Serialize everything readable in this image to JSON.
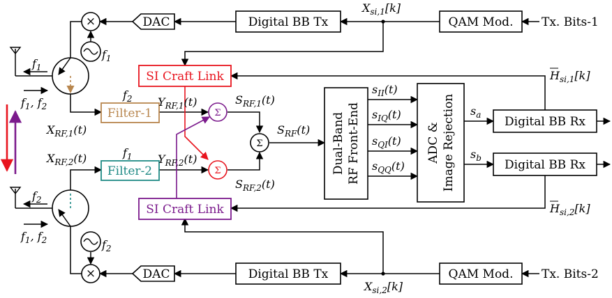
{
  "blocks": {
    "bb_tx_1": "Digital BB Tx",
    "bb_tx_2": "Digital BB Tx",
    "qam_1": "QAM Mod.",
    "qam_2": "QAM Mod.",
    "dac_1": "DAC",
    "dac_2": "DAC",
    "si_craft_1": "SI Craft Link",
    "si_craft_2": "SI Craft Link",
    "filter_1": "Filter-1",
    "filter_2": "Filter-2",
    "frontend_line1": "Dual-Band",
    "frontend_line2": "RF Front-End",
    "adc_line1": "ADC &",
    "adc_line2": "Image Rejection",
    "bb_rx_1": "Digital BB Rx",
    "bb_rx_2": "Digital BB Rx",
    "tx_bits_1": "Tx. Bits-1",
    "tx_bits_2": "Tx. Bits-2"
  },
  "symbols": {
    "mixer": "×",
    "sum": "Σ"
  },
  "signals": {
    "x_si_1": "X",
    "x_si_1_sub": "si,1",
    "x_si_1_arg": "[k]",
    "x_si_2": "X",
    "x_si_2_sub": "si,2",
    "x_si_2_arg": "[k]",
    "h_si_1": "H",
    "h_si_1_sub": "si,1",
    "h_si_1_arg": "[k]",
    "h_si_2": "H",
    "h_si_2_sub": "si,2",
    "h_si_2_arg": "[k]",
    "f1": "f",
    "f1_sub": "1",
    "f2": "f",
    "f2_sub": "2",
    "osc_f1": "f",
    "osc_f1_sub": "1",
    "osc_f2": "f",
    "osc_f2_sub": "2",
    "ant1_f": "f",
    "ant1_f_sub": "1",
    "ant1_f12": "f",
    "ant1_f12_sub_a": "1",
    "ant1_f12_mid": ", f",
    "ant1_f12_sub_b": "2",
    "ant2_f": "f",
    "ant2_f_sub": "2",
    "ant2_f12": "f",
    "ant2_f12_sub_a": "1",
    "ant2_f12_mid": ", f",
    "ant2_f12_sub_b": "2",
    "x_rf_1": "X",
    "x_rf_1_sub": "RF,1",
    "x_rf_1_arg": "(t)",
    "x_rf_2": "X",
    "x_rf_2_sub": "RF,2",
    "x_rf_2_arg": "(t)",
    "y_rf_1": "Y",
    "y_rf_1_sub": "RF,1",
    "y_rf_1_arg": "(t)",
    "y_rf_2": "Y",
    "y_rf_2_sub": "RF,2",
    "y_rf_2_arg": "(t)",
    "s_rf_1": "S",
    "s_rf_1_sub": "RF,1",
    "s_rf_1_arg": "(t)",
    "s_rf_2": "S",
    "s_rf_2_sub": "RF,2",
    "s_rf_2_arg": "(t)",
    "s_rf": "S",
    "s_rf_sub": "RF",
    "s_rf_arg": "(t)",
    "s_ii": "s",
    "s_ii_sub": "II",
    "s_ii_arg": "(t)",
    "s_iq": "s",
    "s_iq_sub": "IQ",
    "s_iq_arg": "(t)",
    "s_qi": "s",
    "s_qi_sub": "QI",
    "s_qi_arg": "(t)",
    "s_qq": "s",
    "s_qq_sub": "QQ",
    "s_qq_arg": "(t)",
    "s_a": "s",
    "s_a_sub": "a",
    "s_b": "s",
    "s_b_sub": "b"
  },
  "colors": {
    "si_craft_1": "#e8141e",
    "si_craft_2": "#7b1a8c",
    "filter_1": "#b8864e",
    "filter_2": "#1f8a85",
    "arrow_red": "#e8141e",
    "arrow_purple": "#7b1a8c"
  }
}
